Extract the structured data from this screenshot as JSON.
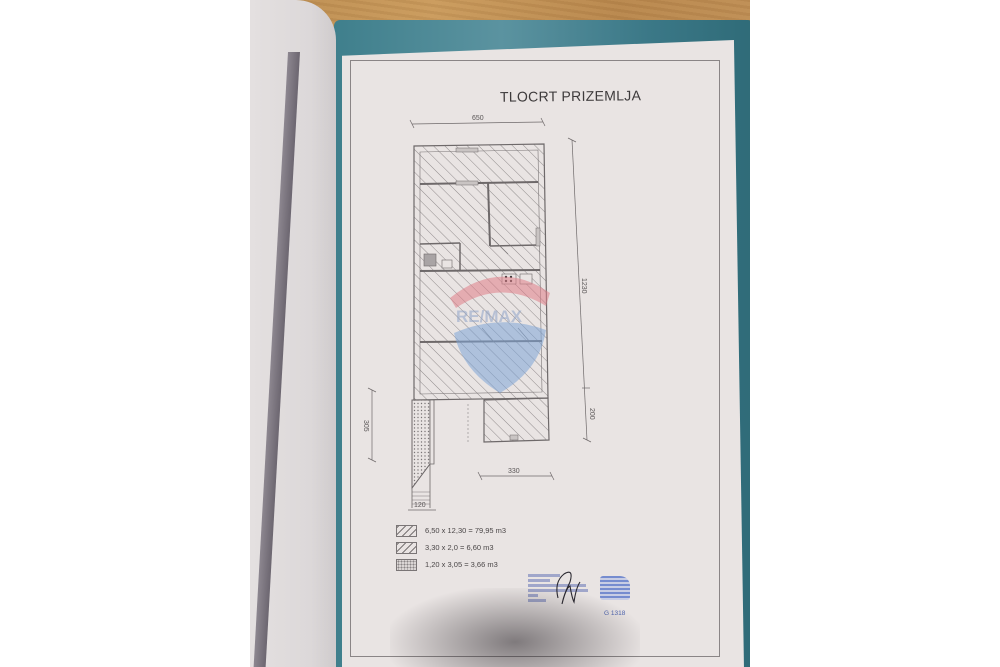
{
  "document": {
    "title": "TLOCRT PRIZEMLJA",
    "watermark": "RE/MAX"
  },
  "plan": {
    "dimensions": {
      "top_width": "650",
      "right_height_main": "1230",
      "right_height_annex": "200",
      "left_height_stair": "305",
      "bottom_annex_width": "330",
      "bottom_stair_width": "120"
    }
  },
  "legend": {
    "items": [
      {
        "pattern": "hatch",
        "label": "6,50 x 12,30 = 79,95 m3"
      },
      {
        "pattern": "hatch",
        "label": "3,30 x 2,0 = 6,60 m3"
      },
      {
        "pattern": "dots",
        "label": "1,20 x 3,05 = 3,66 m3"
      }
    ]
  },
  "stamp": {
    "code": "G 1318"
  },
  "colors": {
    "folder": "#4a8896",
    "paper": "#e9e4e3",
    "ink": "#6e696a",
    "watermark_red": "#e07f8a",
    "watermark_blue": "#7fa6d8",
    "stamp_blue": "#5066b0"
  }
}
